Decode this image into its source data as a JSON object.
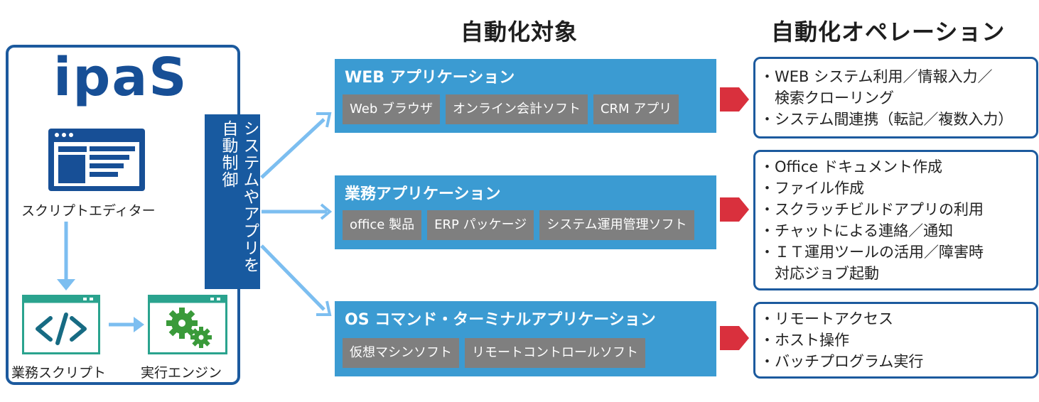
{
  "headings": {
    "targets": "自動化対象",
    "operations": "自動化オペレーション"
  },
  "ipas": {
    "logo": "ipaS",
    "script_editor": "スクリプトエディター",
    "business_script": "業務スクリプト",
    "execution_engine": "実行エンジン"
  },
  "control_label": "システムやアプリを自動制御",
  "targets": [
    {
      "title": "WEB アプリケーション",
      "chips": [
        "Web ブラウザ",
        "オンライン会計ソフト",
        "CRM アプリ"
      ]
    },
    {
      "title": "業務アプリケーション",
      "chips": [
        "office 製品",
        "ERP パッケージ",
        "システム運用管理ソフト"
      ]
    },
    {
      "title": "OS コマンド・ターミナルアプリケーション",
      "chips": [
        "仮想マシンソフト",
        "リモートコントロールソフト"
      ]
    }
  ],
  "operations": [
    {
      "items": [
        "・WEB システム利用／情報入力／",
        "　検索クローリング",
        "・システム間連携（転記／複数入力）"
      ]
    },
    {
      "items": [
        "・Office ドキュメント作成",
        "・ファイル作成",
        "・スクラッチビルドアプリの利用",
        "・チャットによる連絡／通知",
        "・ＩＴ運用ツールの活用／障害時",
        "　対応ジョブ起動"
      ]
    },
    {
      "items": [
        "・リモートアクセス",
        "・ホスト操作",
        "・バッチプログラム実行"
      ]
    }
  ],
  "colors": {
    "navy": "#185aa0",
    "target_blue": "#3b9bd2",
    "chip_gray": "#7f7f7f",
    "arrow_light_blue": "#7cbef0",
    "arrow_red": "#d9303d",
    "teal": "#2aa38e",
    "gear_green": "#3a9a3a"
  }
}
